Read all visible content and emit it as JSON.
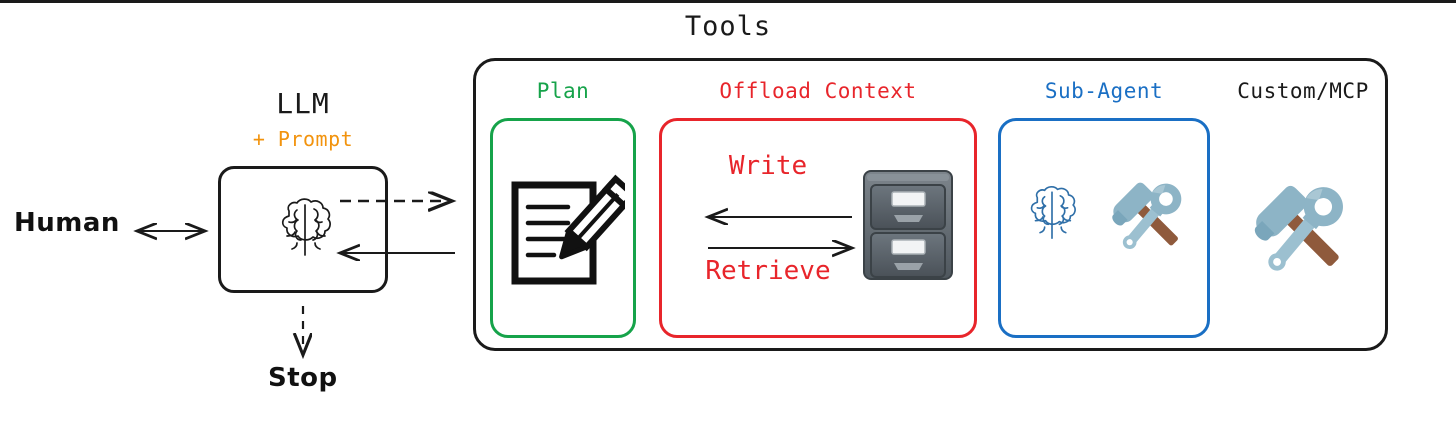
{
  "diagram": {
    "title": "Tools",
    "actor": {
      "label": "Human",
      "arrow": "bidirectional-arrow"
    },
    "llm": {
      "title": "LLM",
      "subtitle": "+ Prompt",
      "subtitle_color": "#f2930d",
      "icon": "brain-icon"
    },
    "stop": {
      "label": "Stop",
      "arrow": "dashed-down-arrow"
    },
    "flows": {
      "call_arrow": "dashed-right-arrow",
      "return_arrow": "solid-left-arrow"
    },
    "panels": [
      {
        "id": "plan",
        "label": "Plan",
        "color": "#16a34a",
        "boxed": true,
        "icons": [
          "memo-pencil-icon"
        ]
      },
      {
        "id": "offload-context",
        "label": "Offload Context",
        "color": "#e8252b",
        "boxed": true,
        "write_label": "Write",
        "retrieve_label": "Retrieve",
        "write_arrow": "solid-left-arrow",
        "retrieve_arrow": "solid-right-arrow",
        "icons": [
          "file-cabinet-icon"
        ]
      },
      {
        "id": "sub-agent",
        "label": "Sub-Agent",
        "color": "#1a6fc4",
        "boxed": true,
        "icons": [
          "brain-icon",
          "hammer-and-wrench-icon"
        ]
      },
      {
        "id": "custom-mcp",
        "label": "Custom/MCP",
        "color": "#1a1a1a",
        "boxed": false,
        "icons": [
          "hammer-and-wrench-icon"
        ]
      }
    ]
  }
}
